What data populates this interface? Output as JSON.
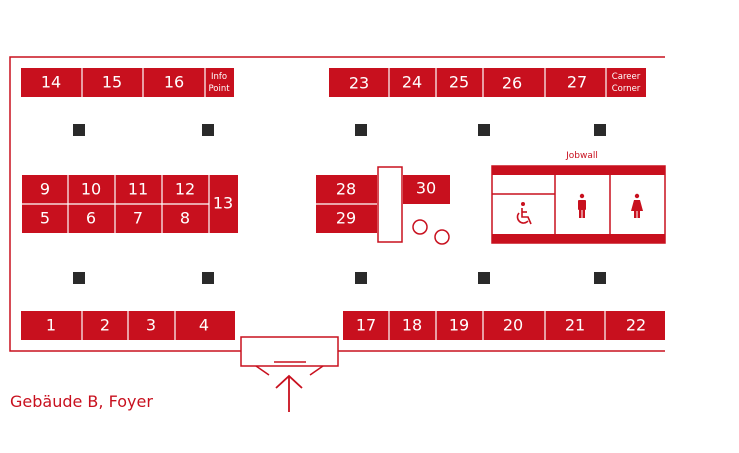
{
  "venue": {
    "caption": "Gebäude B, Foyer"
  },
  "booths": {
    "b1": "1",
    "b2": "2",
    "b3": "3",
    "b4": "4",
    "b5": "5",
    "b6": "6",
    "b7": "7",
    "b8": "8",
    "b9": "9",
    "b10": "10",
    "b11": "11",
    "b12": "12",
    "b13": "13",
    "b14": "14",
    "b15": "15",
    "b16": "16",
    "b17": "17",
    "b18": "18",
    "b19": "19",
    "b20": "20",
    "b21": "21",
    "b22": "22",
    "b23": "23",
    "b24": "24",
    "b25": "25",
    "b26": "26",
    "b27": "27",
    "b28": "28",
    "b29": "29",
    "b30": "30"
  },
  "labels": {
    "info_line1": "Info",
    "info_line2": "Point",
    "career_line1": "Career",
    "career_line2": "Corner",
    "jobwall": "Jobwall"
  },
  "icons": {
    "accessible_wc": "wheelchair-icon",
    "mens_wc": "man-icon",
    "womens_wc": "woman-icon",
    "entrance": "entrance-arrow-icon"
  },
  "colors": {
    "accent": "#c8101e",
    "pillar": "#2a2a2a",
    "background": "#ffffff"
  }
}
